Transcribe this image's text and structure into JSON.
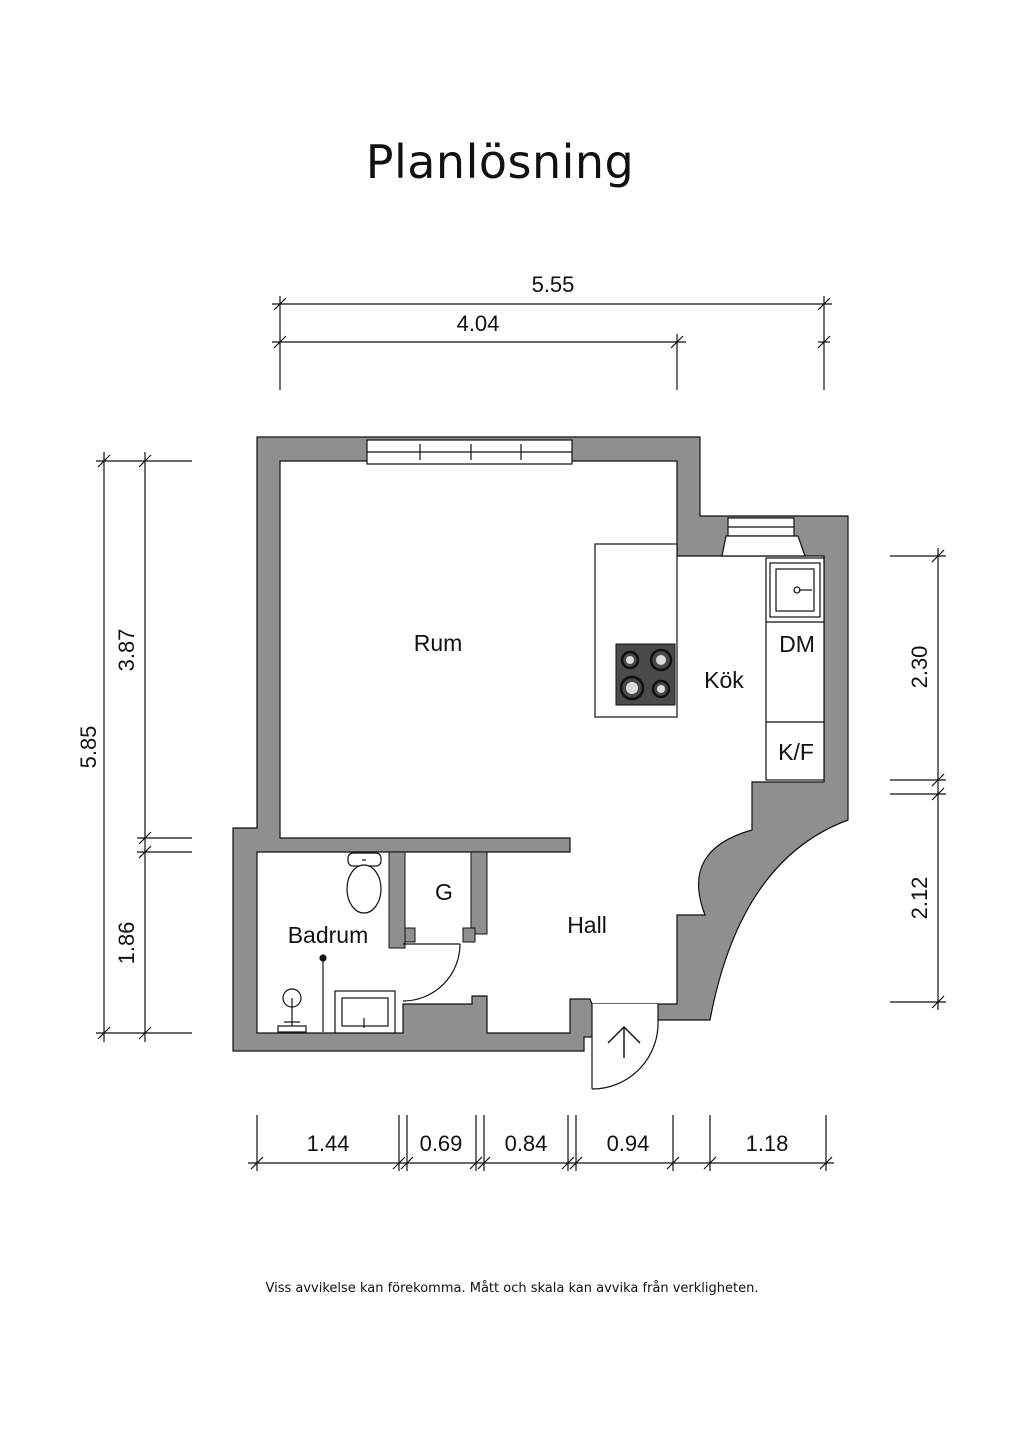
{
  "title": "Planlösning",
  "rooms": {
    "rum": "Rum",
    "kok": "Kök",
    "dm": "DM",
    "kf": "K/F",
    "g": "G",
    "hall": "Hall",
    "badrum": "Badrum"
  },
  "dimensions": {
    "top_total": "5.55",
    "top_partial": "4.04",
    "left_total": "5.85",
    "left_upper": "3.87",
    "left_lower": "1.86",
    "right_upper": "2.30",
    "right_lower": "2.12",
    "bottom": [
      "1.44",
      "0.69",
      "0.84",
      "0.94",
      "1.18"
    ]
  },
  "disclaimer": "Viss avvikelse kan förekomma. Mått och skala kan avvika från verkligheten.",
  "colors": {
    "wall": "#8f8f8f",
    "line": "#111111",
    "stove": "#4a4a4a"
  }
}
